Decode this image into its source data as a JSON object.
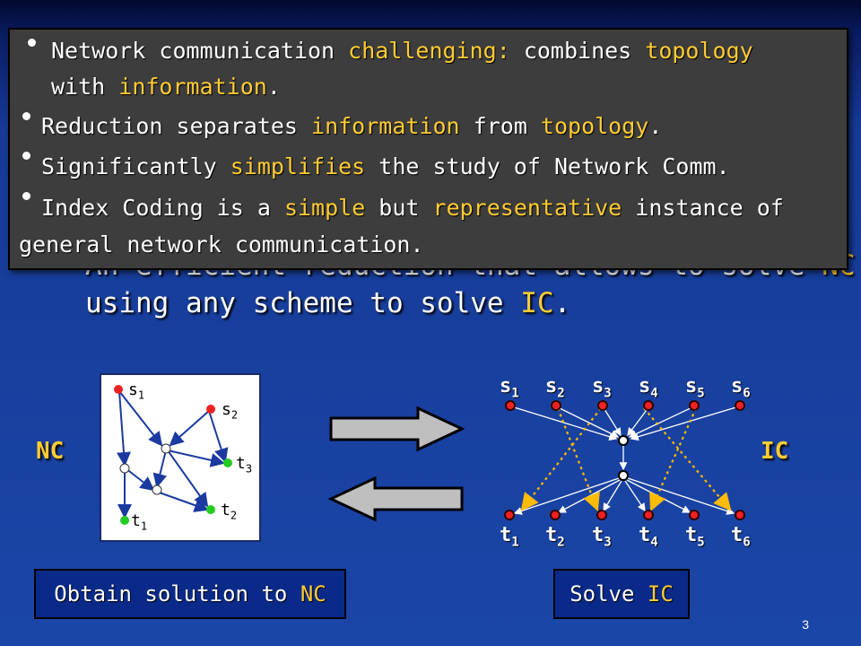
{
  "slide": {
    "body_line1_pre": "An efficient reduction that allows to solve ",
    "body_line1_term": "NC",
    "body_line2_pre": "using any scheme to solve ",
    "body_line2_term": "IC",
    "body_line2_post": "."
  },
  "popup": {
    "bullets": [
      {
        "parts": [
          {
            "t": "Network communication ",
            "y": false
          },
          {
            "t": "challenging:",
            "y": true
          },
          {
            "t": " combines ",
            "y": false
          },
          {
            "t": "topology",
            "y": true
          }
        ]
      },
      {
        "parts": [
          {
            "t": "with ",
            "y": false
          },
          {
            "t": "information",
            "y": true
          },
          {
            "t": ".",
            "y": false
          }
        ]
      },
      {
        "parts": [
          {
            "t": "Reduction separates ",
            "y": false
          },
          {
            "t": "information",
            "y": true
          },
          {
            "t": " from ",
            "y": false
          },
          {
            "t": "topology",
            "y": true
          },
          {
            "t": ".",
            "y": false
          }
        ]
      },
      {
        "parts": [
          {
            "t": "Significantly ",
            "y": false
          },
          {
            "t": "simplifies",
            "y": true
          },
          {
            "t": " the study of Network Comm.",
            "y": false
          }
        ]
      },
      {
        "parts": [
          {
            "t": "Index Coding is a ",
            "y": false
          },
          {
            "t": "simple",
            "y": true
          },
          {
            "t": " but ",
            "y": false
          },
          {
            "t": "representative",
            "y": true
          },
          {
            "t": " instance of",
            "y": false
          }
        ]
      },
      {
        "parts": [
          {
            "t": "general network communication.",
            "y": false
          }
        ]
      }
    ]
  },
  "labels": {
    "nc": "NC",
    "ic": "IC"
  },
  "nc_graph": {
    "sources": [
      "s",
      "s"
    ],
    "source_subs": [
      "1",
      "2"
    ],
    "sinks": [
      "t",
      "t",
      "t"
    ],
    "sink_subs": [
      "3",
      "2",
      "1"
    ]
  },
  "ic_graph": {
    "top": [
      {
        "v": "s",
        "sub": "1"
      },
      {
        "v": "s",
        "sub": "2"
      },
      {
        "v": "s",
        "sub": "3"
      },
      {
        "v": "s",
        "sub": "4"
      },
      {
        "v": "s",
        "sub": "5"
      },
      {
        "v": "s",
        "sub": "6"
      }
    ],
    "bottom": [
      {
        "v": "t",
        "sub": "1"
      },
      {
        "v": "t",
        "sub": "2"
      },
      {
        "v": "t",
        "sub": "3"
      },
      {
        "v": "t",
        "sub": "4"
      },
      {
        "v": "t",
        "sub": "5"
      },
      {
        "v": "t",
        "sub": "6"
      }
    ]
  },
  "captions": {
    "left_pre": "Obtain solution to ",
    "left_term": "NC",
    "right_pre": "Solve ",
    "right_term": "IC"
  },
  "page_number": "3",
  "colors": {
    "accent_yellow": "#ffcc33",
    "popup_bg": "#3d3d3d",
    "source_red": "#ee2222",
    "sink_green": "#22cc22",
    "dotted_orange": "#ffbb00"
  }
}
